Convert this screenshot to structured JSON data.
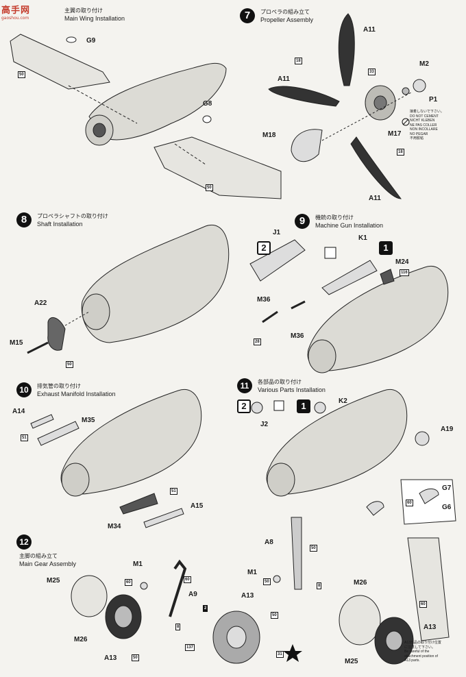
{
  "watermark": {
    "text": "高手网",
    "sub": "gaoshou.com"
  },
  "steps": {
    "s6": {
      "jp": "主翼の取り付け",
      "en": "Main Wing Installation"
    },
    "s7": {
      "num": "7",
      "jp": "プロペラの組み立て",
      "en": "Propeller Assembly"
    },
    "s8": {
      "num": "8",
      "jp": "プロペラシャフトの取り付け",
      "en": "Shaft Installation"
    },
    "s9": {
      "num": "9",
      "jp": "機銃の取り付け",
      "en": "Machine Gun Installation"
    },
    "s10": {
      "num": "10",
      "jp": "排気管の取り付け",
      "en": "Exhaust Manifold Installation"
    },
    "s11": {
      "num": "11",
      "jp": "各部品の取り付け",
      "en": "Various Parts Installation"
    },
    "s12": {
      "num": "12",
      "jp": "主脚の組み立て",
      "en": "Main Gear Assembly"
    }
  },
  "labels": {
    "g9": "G9",
    "g8": "G8",
    "a11a": "A11",
    "a11b": "A11",
    "a11c": "A11",
    "m2": "M2",
    "p1": "P1",
    "m18": "M18",
    "m17": "M17",
    "a22": "A22",
    "m15": "M15",
    "j1": "J1",
    "k1": "K1",
    "m24": "M24",
    "m36a": "M36",
    "m36b": "M36",
    "a14": "A14",
    "m35": "M35",
    "m34": "M34",
    "a15": "A15",
    "j2": "J2",
    "k2": "K2",
    "a19": "A19",
    "g7": "G7",
    "g6": "G6",
    "m1a": "M1",
    "m25a": "M25",
    "a9": "A9",
    "m26a": "M26",
    "a13a": "A13",
    "a8": "A8",
    "m1b": "M1",
    "a13b": "A13",
    "m26b": "M26",
    "m25b": "M25",
    "a13c": "A13"
  },
  "tags": {
    "t50a": "50",
    "t50b": "50",
    "t18a": "18",
    "t33": "33",
    "t18b": "18",
    "t28": "28",
    "t50c": "50",
    "t116": "116",
    "t51a": "51",
    "t51b": "51",
    "t60a": "60",
    "t60b": "60",
    "t60c": "60",
    "t8a": "8",
    "t50d": "50",
    "t2": "2",
    "t137": "137",
    "t31": "31",
    "t50e": "50",
    "t8b": "8",
    "t50f": "50",
    "t50g": "50",
    "t60d": "60"
  },
  "boxes": {
    "b2a": "2",
    "b1a": "1",
    "b2b": "2",
    "b1b": "1"
  },
  "notes": {
    "no_cement": "接着しないで下さい。\nDO NOT CEMENT\nNICHT KLEBEN\nNE PAS COLLER\nNON INCOLLARE\nNO PEGAR\n不用胶粘",
    "a13_note": "A13部品の取り付け位置\nに注意して下さい。\nBe careful of the\nattachment position of\nA13 parts."
  }
}
